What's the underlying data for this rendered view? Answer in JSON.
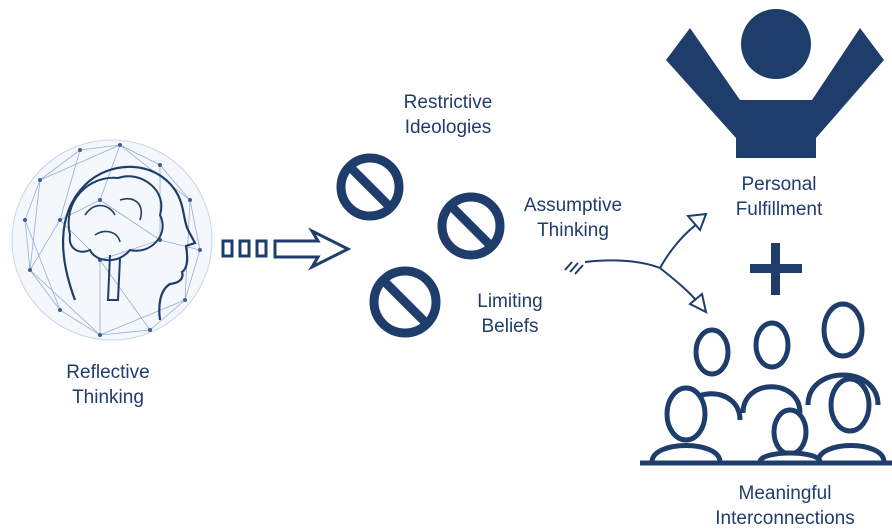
{
  "colors": {
    "primary": "#1f3d6b",
    "brain": "#3a5e96"
  },
  "labels": {
    "reflective": [
      "Reflective",
      "Thinking"
    ],
    "restrictive": [
      "Restrictive",
      "Ideologies"
    ],
    "assumptive": [
      "Assumptive",
      "Thinking"
    ],
    "limiting": [
      "Limiting",
      "Beliefs"
    ],
    "personal": [
      "Personal",
      "Fulfillment"
    ],
    "meaningful": [
      "Meaningful",
      "Interconnections"
    ]
  },
  "icons": {
    "brain": "brain-network-icon",
    "arrow": "dashed-arrow-icon",
    "blocks": "no-entry-icon",
    "split": "split-arrow-icon",
    "person": "raised-arms-person-icon",
    "plus": "plus-icon",
    "group": "people-group-icon"
  }
}
